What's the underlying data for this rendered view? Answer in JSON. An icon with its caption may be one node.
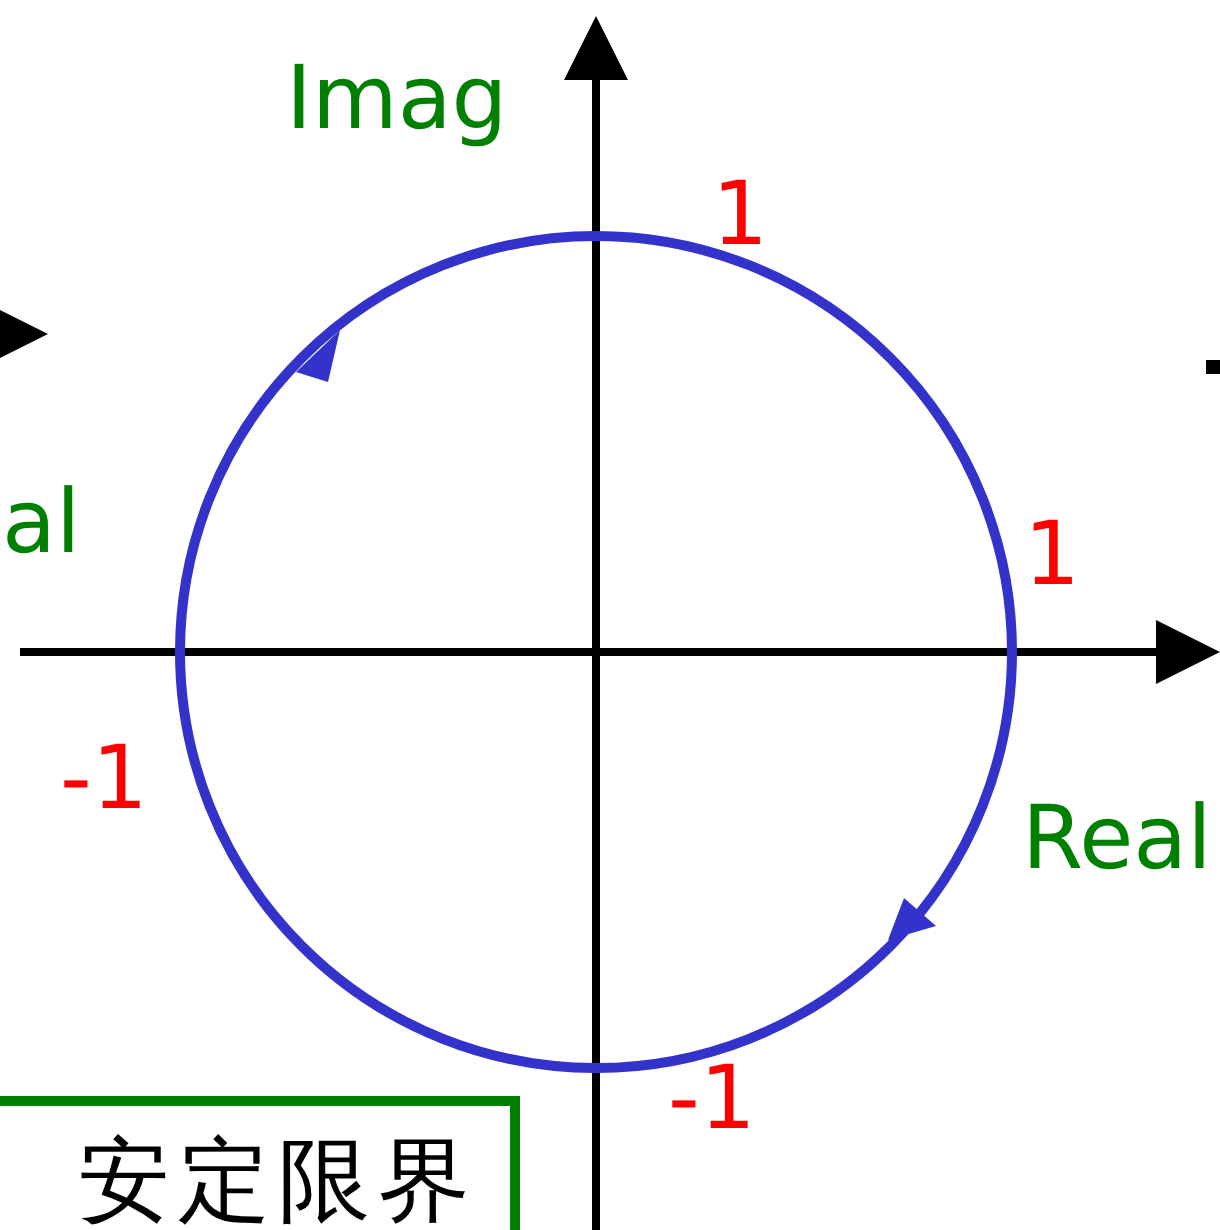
{
  "diagram": {
    "nodes": [
      {
        "text": [
          "安定限界"
        ]
      }
    ],
    "edges": [],
    "labels": [
      "Imag",
      "1",
      "al",
      "1",
      "-1",
      "Real",
      "-1"
    ]
  }
}
